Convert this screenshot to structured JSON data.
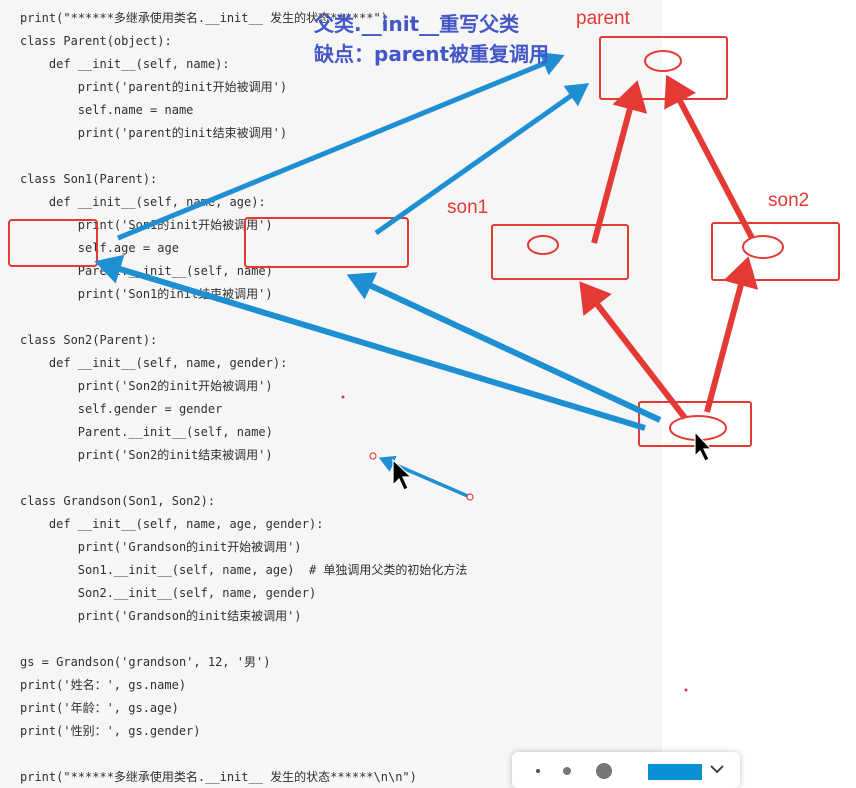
{
  "code": {
    "lines": [
      "print(\"******多继承使用类名.__init__ 发生的状态******\")",
      "class Parent(object):",
      "    def __init__(self, name):",
      "        print('parent的init开始被调用')",
      "        self.name = name",
      "        print('parent的init结束被调用')",
      "",
      "class Son1(Parent):",
      "    def __init__(self, name, age):",
      "        print('Son1的init开始被调用')",
      "        self.age = age",
      "        Parent.__init__(self, name)",
      "        print('Son1的init结束被调用')",
      "",
      "class Son2(Parent):",
      "    def __init__(self, name, gender):",
      "        print('Son2的init开始被调用')",
      "        self.gender = gender",
      "        Parent.__init__(self, name)",
      "        print('Son2的init结束被调用')",
      "",
      "class Grandson(Son1, Son2):",
      "    def __init__(self, name, age, gender):",
      "        print('Grandson的init开始被调用')",
      "        Son1.__init__(self, name, age)  # 单独调用父类的初始化方法",
      "        Son2.__init__(self, name, gender)",
      "        print('Grandson的init结束被调用')",
      "",
      "gs = Grandson('grandson', 12, '男')",
      "print('姓名：', gs.name)",
      "print('年龄：', gs.age)",
      "print('性别：', gs.gender)",
      "",
      "print(\"******多继承使用类名.__init__ 发生的状态******\\n\\n\")"
    ]
  },
  "annotations": {
    "caption_line1": "父类.__init__重写父类",
    "caption_line2": "缺点：parent被重复调用",
    "label_parent": "parent",
    "label_son1": "son1",
    "label_son2": "son2"
  },
  "colors": {
    "code_background": "#f6f6f6",
    "red_ink": "#e53935",
    "blue_ink": "#1e8fd2",
    "caption_text": "#4457c7",
    "toolbar_color_swatch": "#0a8fd6"
  },
  "toolbar": {
    "icons": [
      "small-dot-icon",
      "medium-dot-icon",
      "large-dot-icon",
      "color-swatch",
      "chevron-down-icon"
    ]
  }
}
